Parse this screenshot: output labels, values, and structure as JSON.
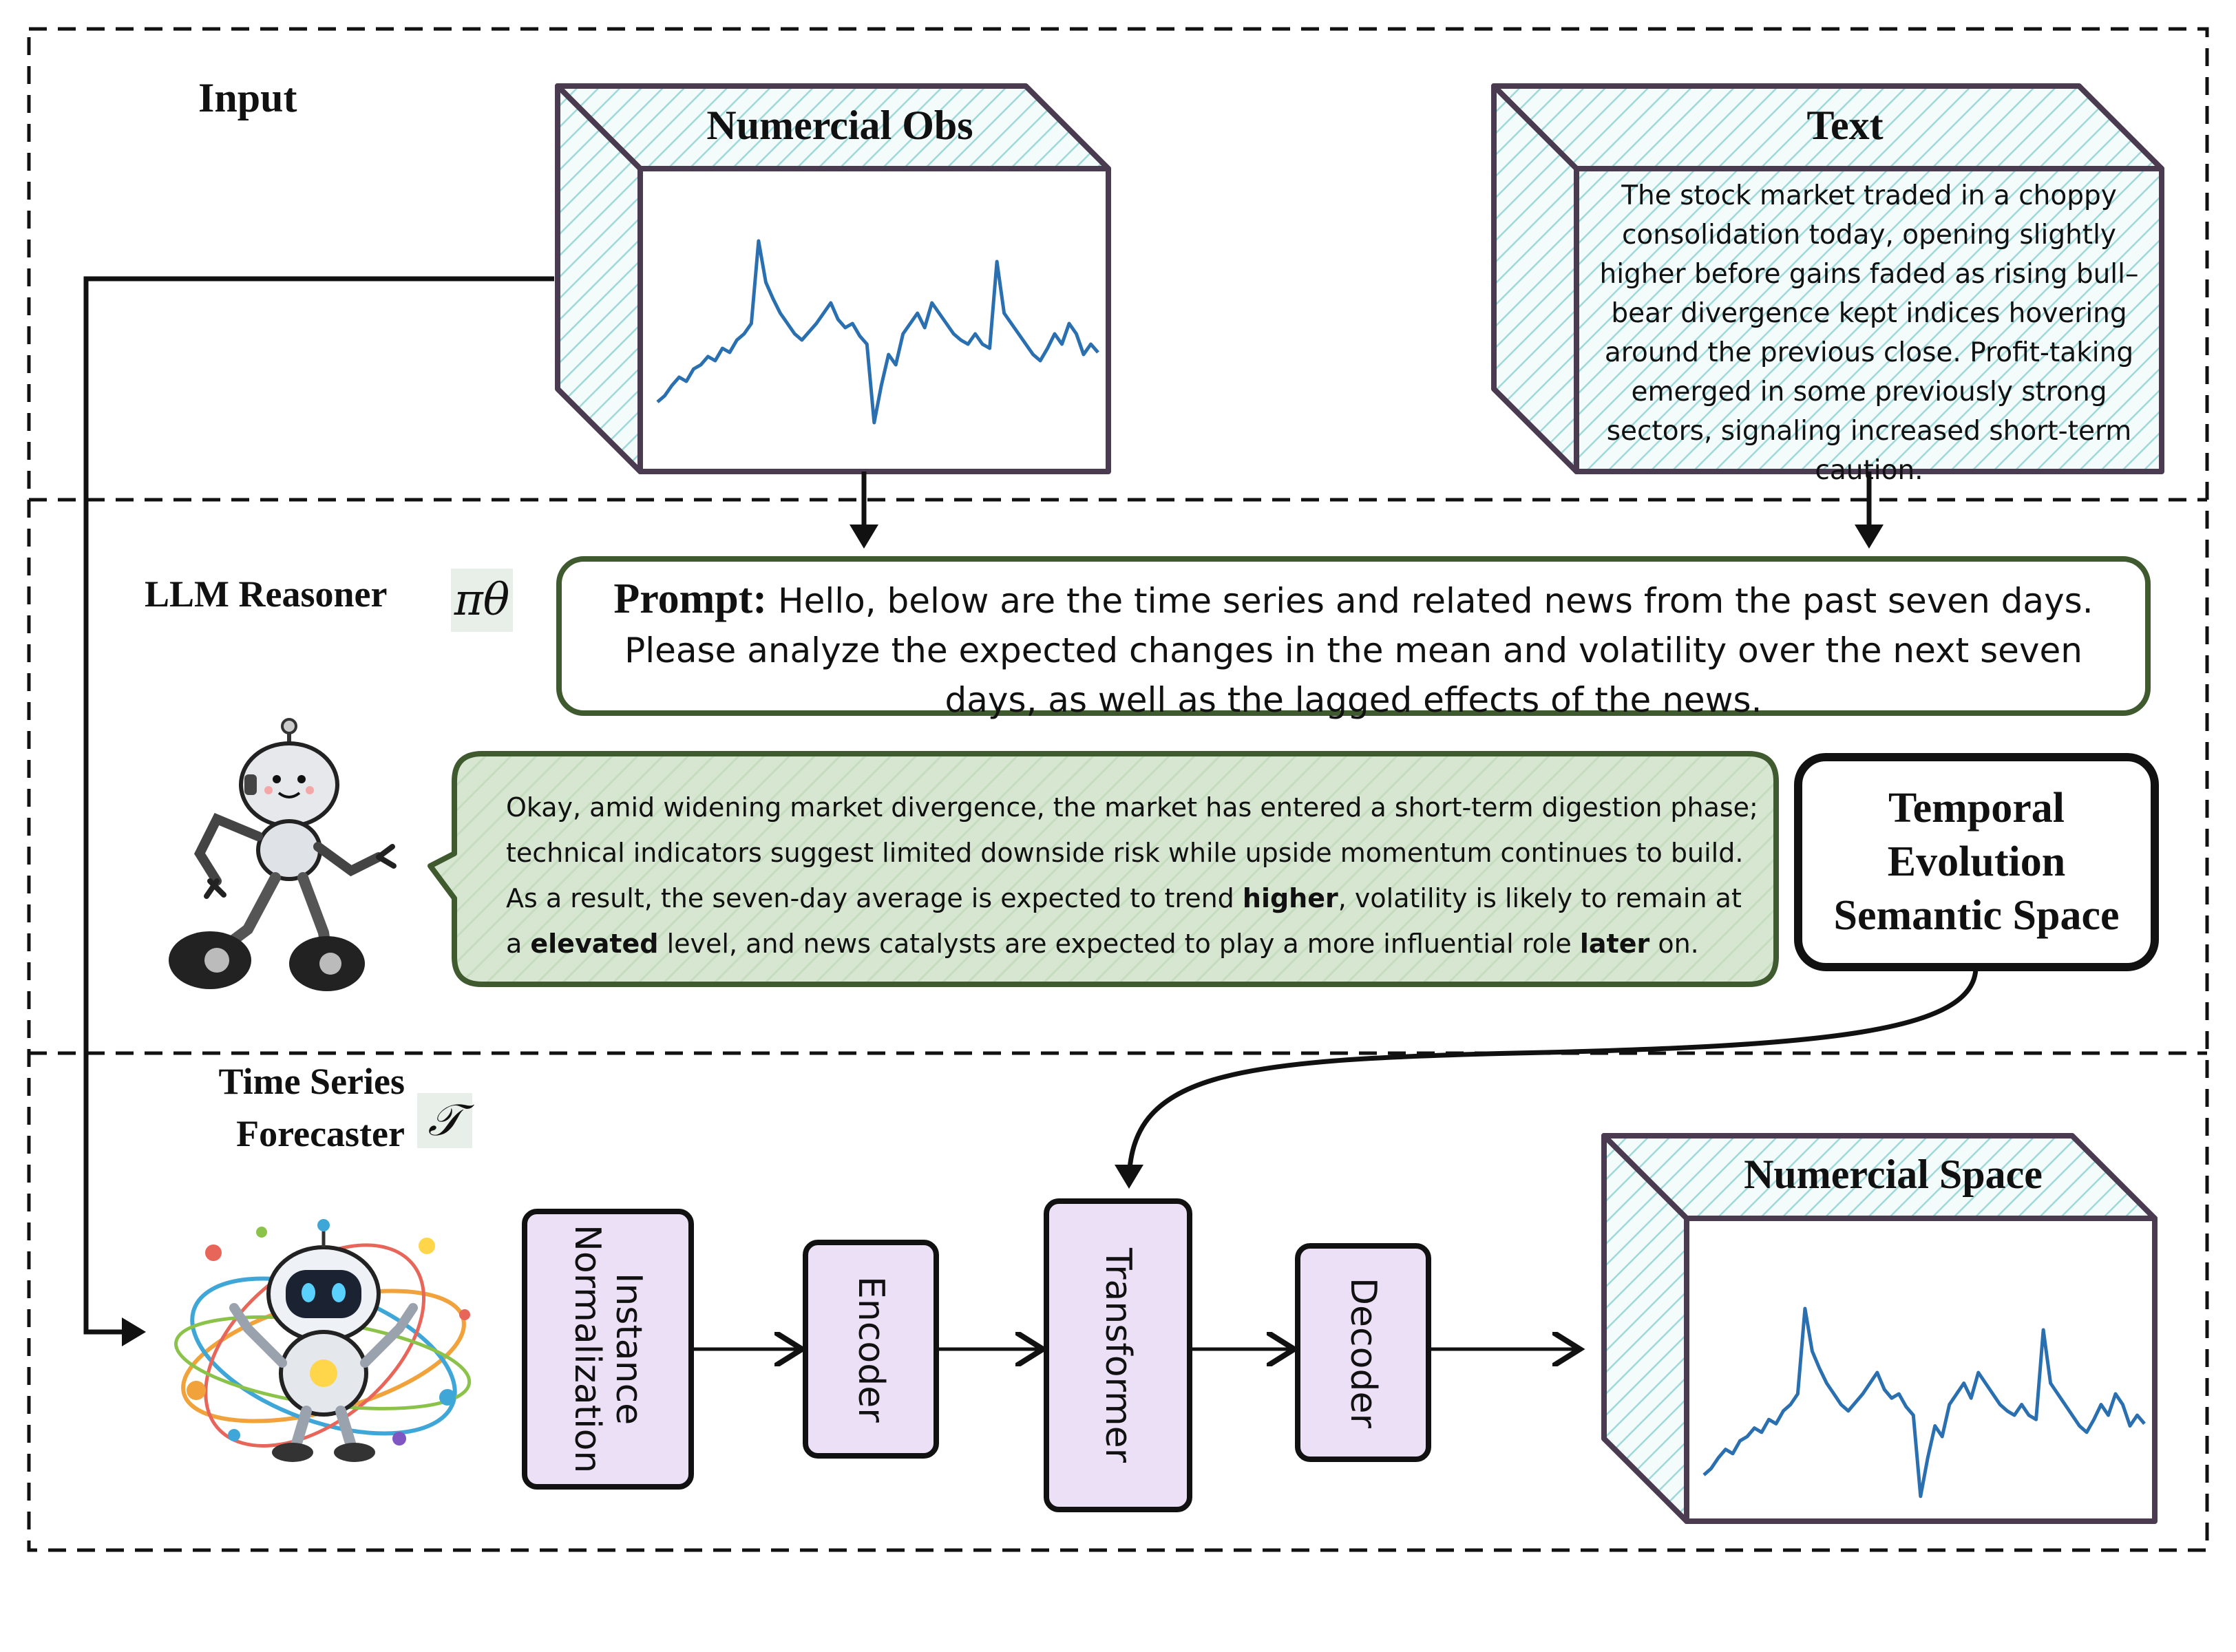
{
  "sections": {
    "input": "Input",
    "llm_reasoner": "LLM Reasoner",
    "forecaster_line1": "Time Series",
    "forecaster_line2": "Forecaster"
  },
  "symbols": {
    "policy": "πθ",
    "forecaster": "𝒯"
  },
  "numerical_obs": {
    "title": "Numercial Obs"
  },
  "text_panel": {
    "title": "Text",
    "body": "The stock market traded in a choppy consolidation today, opening slightly higher before gains faded as rising bull–bear divergence kept indices hovering around the previous close. Profit-taking emerged in some previously strong sectors, signaling increased short-term caution."
  },
  "prompt": {
    "label": "Prompt:",
    "text": "Hello, below are the time series and related news from the past seven days. Please analyze the expected changes in the mean and volatility over the next seven days, as well as the lagged effects of the news."
  },
  "response": {
    "line1": "Okay, amid widening market divergence, the market has entered a short-term digestion phase;",
    "line2": "technical indicators suggest limited downside risk while upside momentum continues to build.",
    "line3_pre": "As a result, the seven-day average is expected to trend ",
    "line3_bold1": "higher",
    "line3_post": ", volatility is likely to remain at",
    "line4_pre": "a ",
    "line4_bold1": "elevated",
    "line4_mid": " level, and news catalysts are expected to play a more influential role ",
    "line4_bold2": "later",
    "line4_post": " on."
  },
  "semantic_space": {
    "line1": "Temporal",
    "line2": "Evolution",
    "line3": "Semantic Space"
  },
  "pipeline": {
    "instance_norm_line1": "Instance",
    "instance_norm_line2": "Normalization",
    "encoder": "Encoder",
    "transformer": "Transformer",
    "decoder": "Decoder"
  },
  "numerical_space": {
    "title": "Numercial Space"
  },
  "colors": {
    "box_border": "#4a3b50",
    "hatch": "#9fd8d8",
    "prompt_border": "#3f5a2e",
    "response_fill": "#d6e6d1",
    "pipeline_fill": "#ece0f6",
    "series_line": "#2a6fb0"
  },
  "icons": [
    "walking-robot-icon",
    "juggling-robot-icon"
  ]
}
